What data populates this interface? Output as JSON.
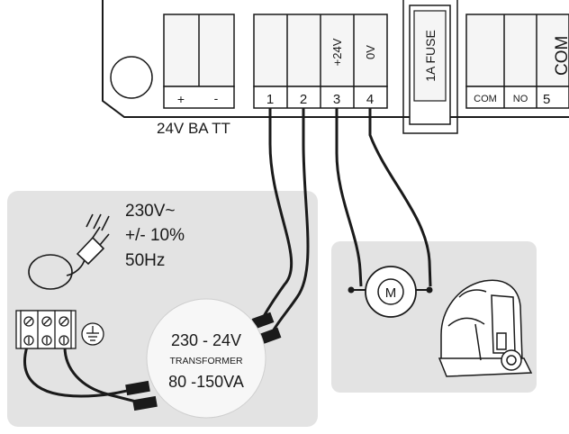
{
  "board": {
    "battery_terminals": [
      "+",
      "-"
    ],
    "battery_label": "24V BA TT",
    "terminal_numbers": [
      "1",
      "2",
      "3",
      "4"
    ],
    "terminal_side_labels": [
      "",
      "",
      "+24V",
      "0V"
    ],
    "fuse_label": "1A FUSE",
    "relay_labels": [
      "COM",
      "NO"
    ],
    "relay_number": "5",
    "side_label": "COM"
  },
  "mains": {
    "voltage": "230V~",
    "tolerance": "+/- 10%",
    "frequency": "50Hz",
    "ground_icon": "earth-ground-icon"
  },
  "transformer": {
    "ratio": "230 - 24V",
    "name": "TRANSFORMER",
    "power": "80 -150VA"
  },
  "motor": {
    "symbol": "M"
  },
  "colors": {
    "line": "#1a1a1a",
    "panel": "#e3e3e3",
    "terminal": "#f5f5f5",
    "transformer": "#f7f7f7"
  }
}
